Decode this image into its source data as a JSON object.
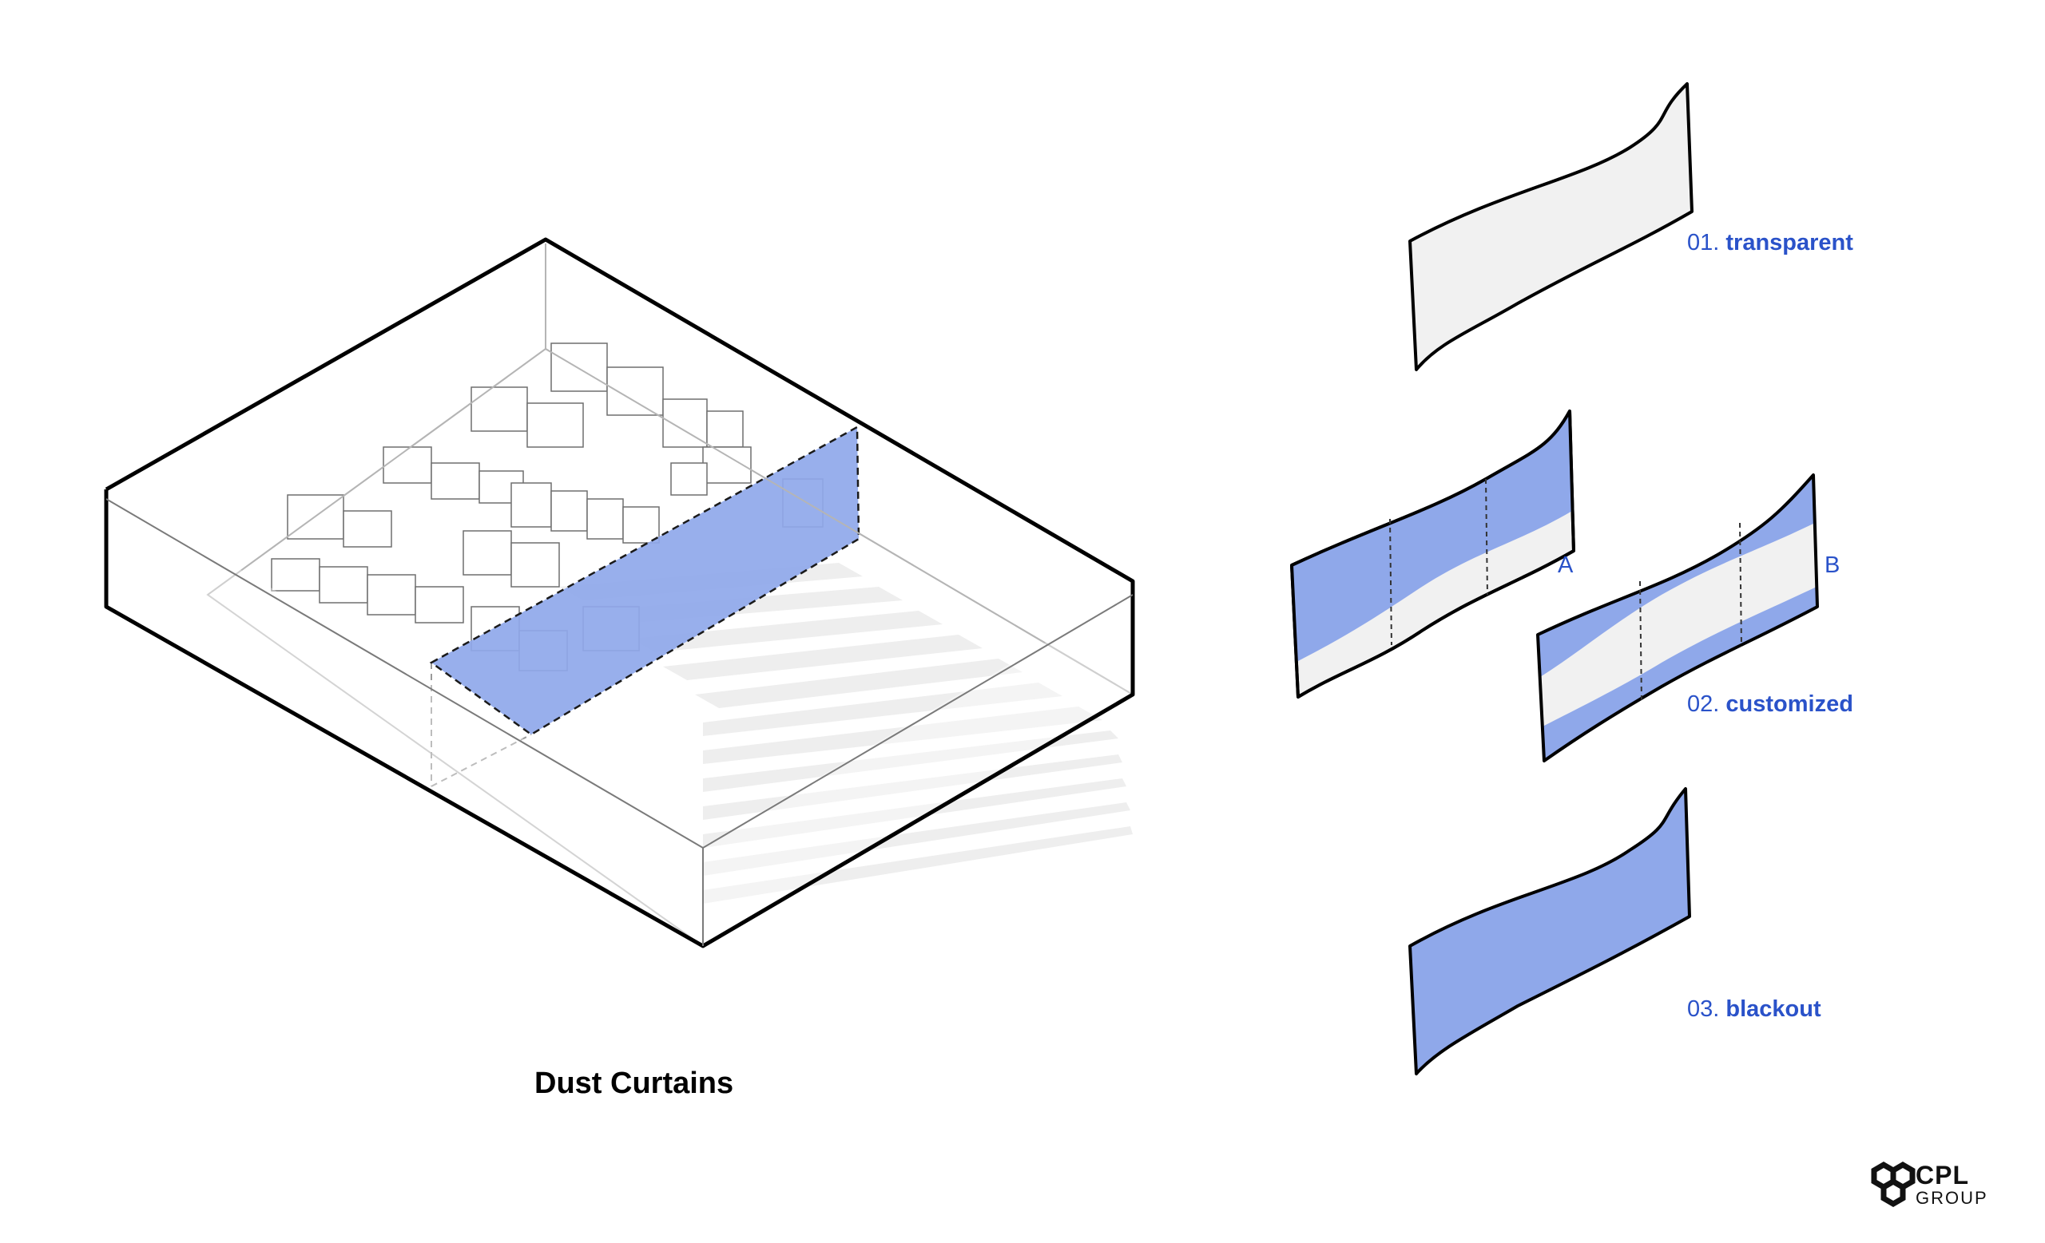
{
  "diagram": {
    "caption": "Dust Curtains",
    "variants": [
      {
        "number": "01.",
        "name": "transparent"
      },
      {
        "number": "02.",
        "name": "customized"
      },
      {
        "number": "03.",
        "name": "blackout"
      }
    ],
    "sub_labels": [
      "A",
      "B"
    ]
  },
  "logo": {
    "line1": "CPL",
    "line2": "GROUP"
  },
  "colors": {
    "curtain_blue": "#8fa8ea",
    "label_blue": "#2a52c9",
    "panel_light": "#f1f1f1",
    "outline": "#000000"
  },
  "icons": {
    "logo": "hexagon-cluster-icon"
  }
}
